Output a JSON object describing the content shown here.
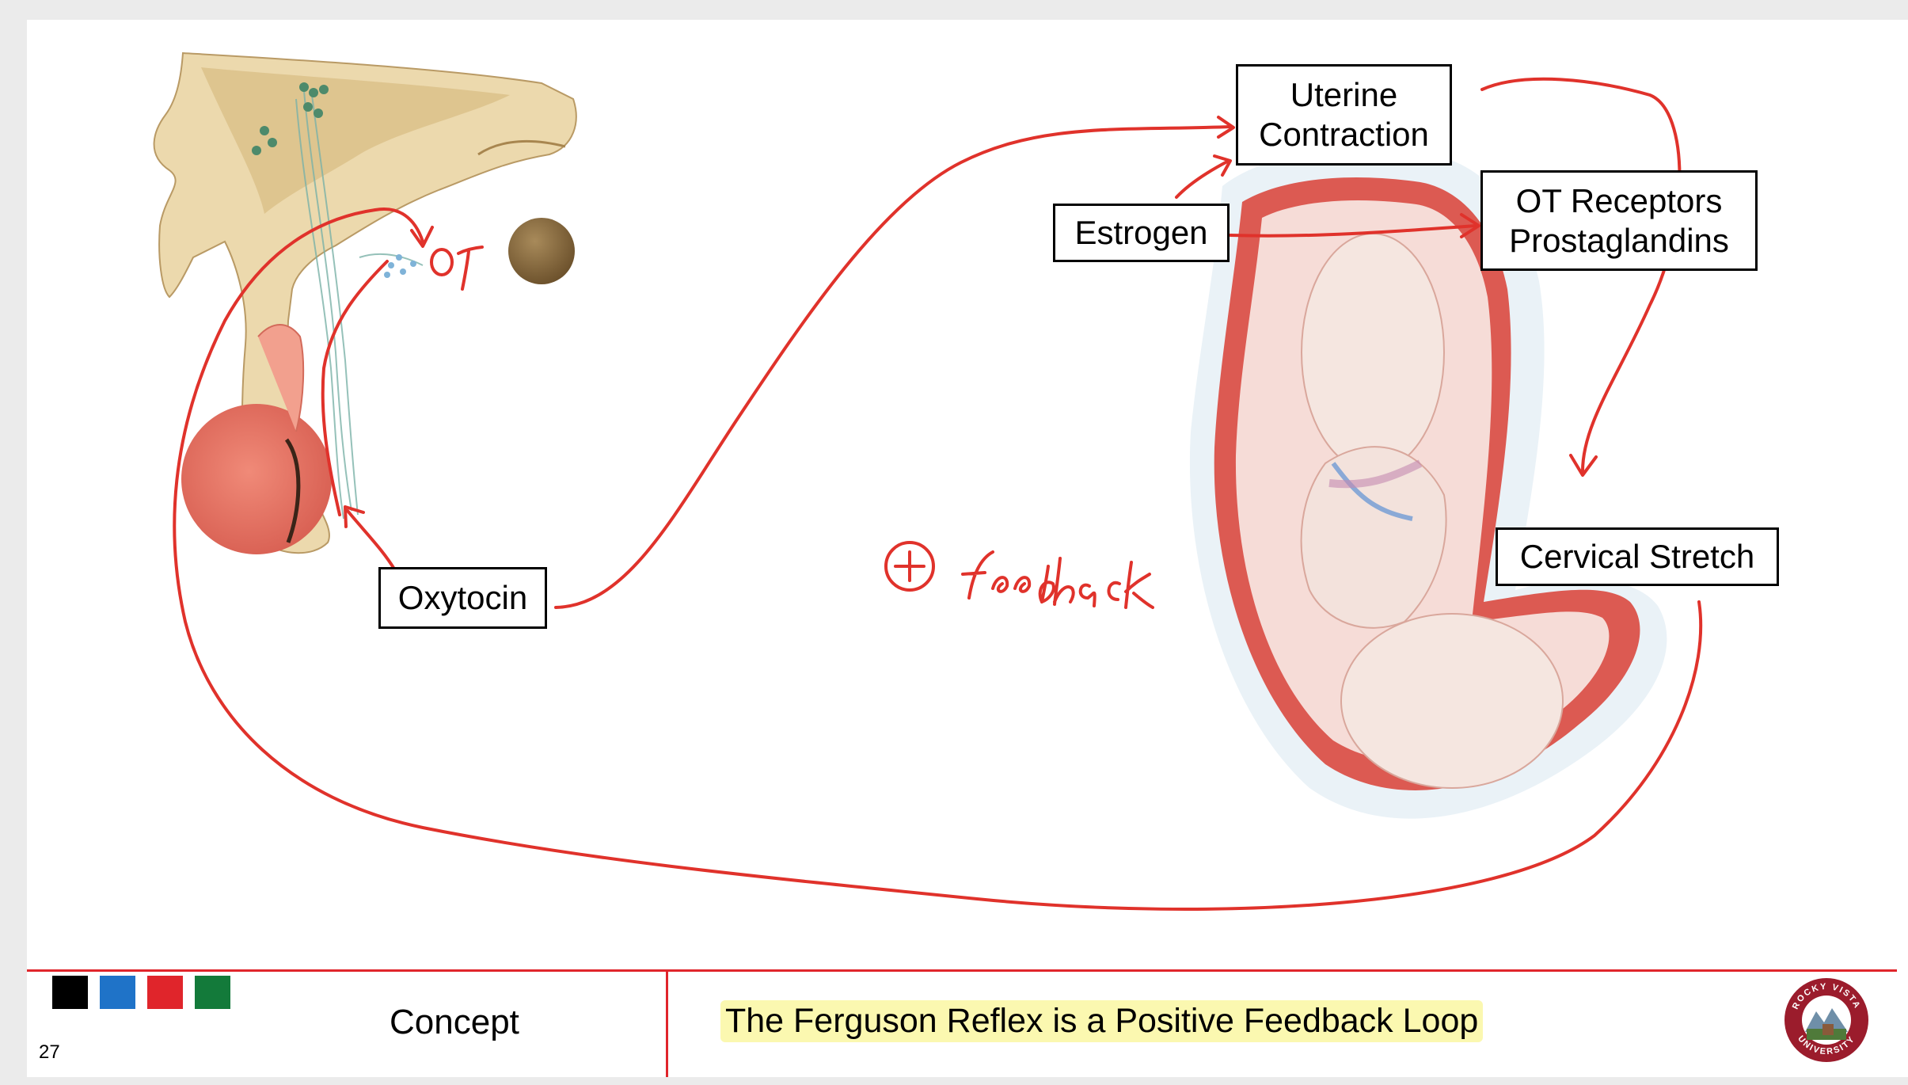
{
  "page_number": "27",
  "footer": {
    "section": "Concept",
    "title": "The Ferguson Reflex is a Positive Feedback Loop",
    "color_swatches": [
      "#000000",
      "#1f73c8",
      "#e0252b",
      "#137a3a"
    ]
  },
  "labels": {
    "oxytocin": "Oxytocin",
    "uterine_line1": "Uterine",
    "uterine_line2": "Contraction",
    "estrogen": "Estrogen",
    "receptors_line1": "OT Receptors",
    "receptors_line2": "Prostaglandins",
    "cervical": "Cervical Stretch"
  },
  "annotations": {
    "ot_handwritten": "OT",
    "feedback_sign": "+",
    "feedback_handwritten": "feedback"
  },
  "logo": {
    "text_top": "ROCKY VISTA",
    "text_bottom": "UNIVERSITY"
  },
  "colors": {
    "annotation_red": "#e0322b",
    "footer_red": "#e0252b",
    "highlight_yellow": "#fbf8b0"
  },
  "illustrations": [
    "hypothalamus-pituitary-illustration",
    "fetus-in-uterus-illustration"
  ]
}
